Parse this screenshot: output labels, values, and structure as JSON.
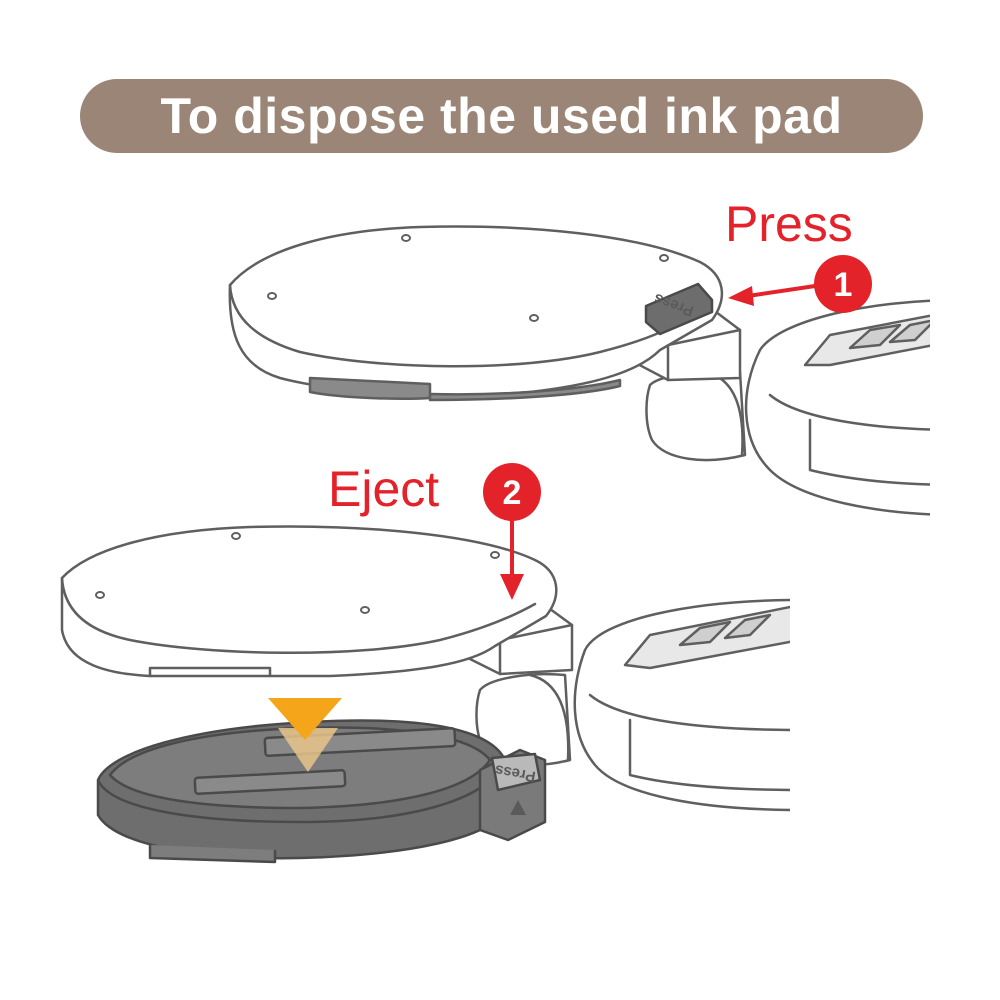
{
  "title": "To dispose the used ink pad",
  "steps": [
    {
      "number": "1",
      "label": "Press"
    },
    {
      "number": "2",
      "label": "Eject"
    }
  ],
  "press_tab_text": "Press",
  "colors": {
    "title_bg": "#9a8576",
    "title_text": "#ffffff",
    "step_red": "#e4222a",
    "outline": "#5f5f5f",
    "body_fill": "#ffffff",
    "ink_pad": "#707070",
    "arrow_orange": "#f5a51a",
    "arrow_faded": "#e6c48a"
  },
  "icons": {
    "step1": "step-1-badge-icon",
    "step2": "step-2-badge-icon",
    "press_arrow": "left-arrow-icon",
    "eject_arrow": "down-arrow-icon",
    "drop_arrow": "down-triangle-icon"
  }
}
